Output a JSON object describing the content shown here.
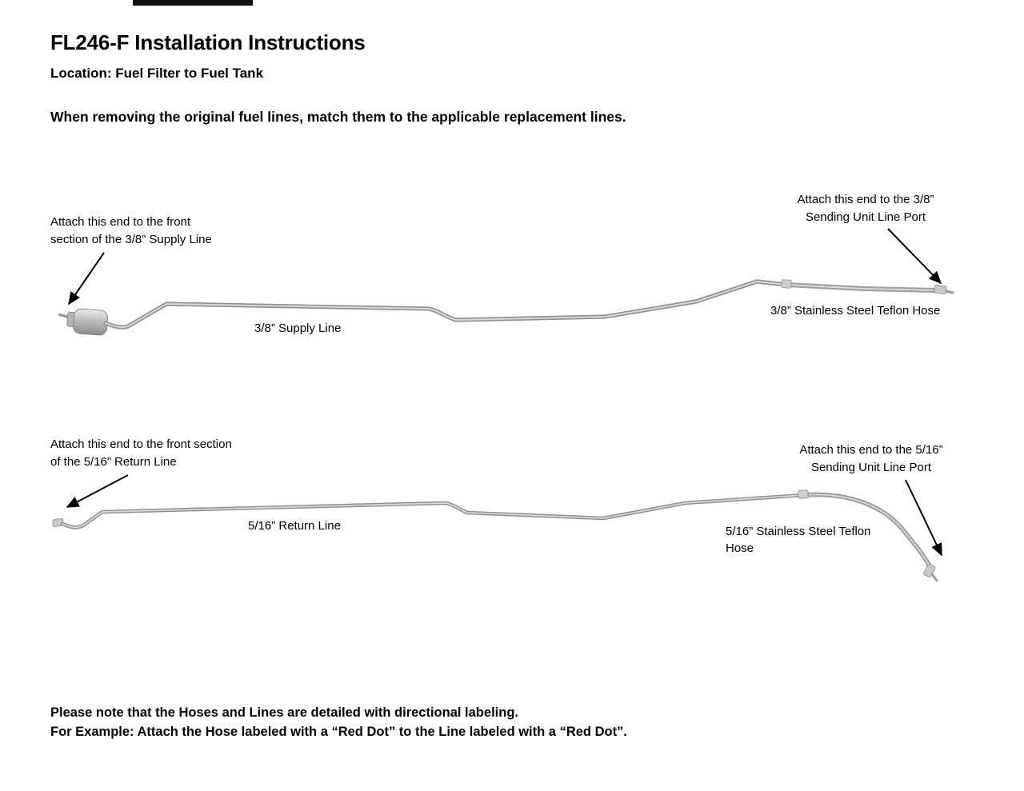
{
  "header": {
    "title": "FL246-F Installation Instructions",
    "location": "Location: Fuel Filter to Fuel Tank",
    "instruction": "When removing the original fuel lines, match them to the applicable replacement lines."
  },
  "supply": {
    "left_callout": "Attach this end to the front\nsection of the 3/8” Supply Line",
    "right_callout": "Attach this end to the 3/8”\nSending Unit Line Port",
    "line_label": "3/8” Supply Line",
    "hose_label": "3/8” Stainless Steel Teflon Hose"
  },
  "return": {
    "left_callout": "Attach this end to the front section\nof the 5/16” Return Line",
    "right_callout": "Attach this end to the 5/16”\nSending Unit Line Port",
    "line_label": "5/16” Return Line",
    "hose_label": "5/16” Stainless Steel Teflon\nHose"
  },
  "footer": {
    "note_line1": "Please note that the Hoses and Lines are detailed with directional labeling.",
    "note_line2": "For Example: Attach the Hose labeled with a “Red Dot” to the Line labeled with a “Red Dot”."
  }
}
